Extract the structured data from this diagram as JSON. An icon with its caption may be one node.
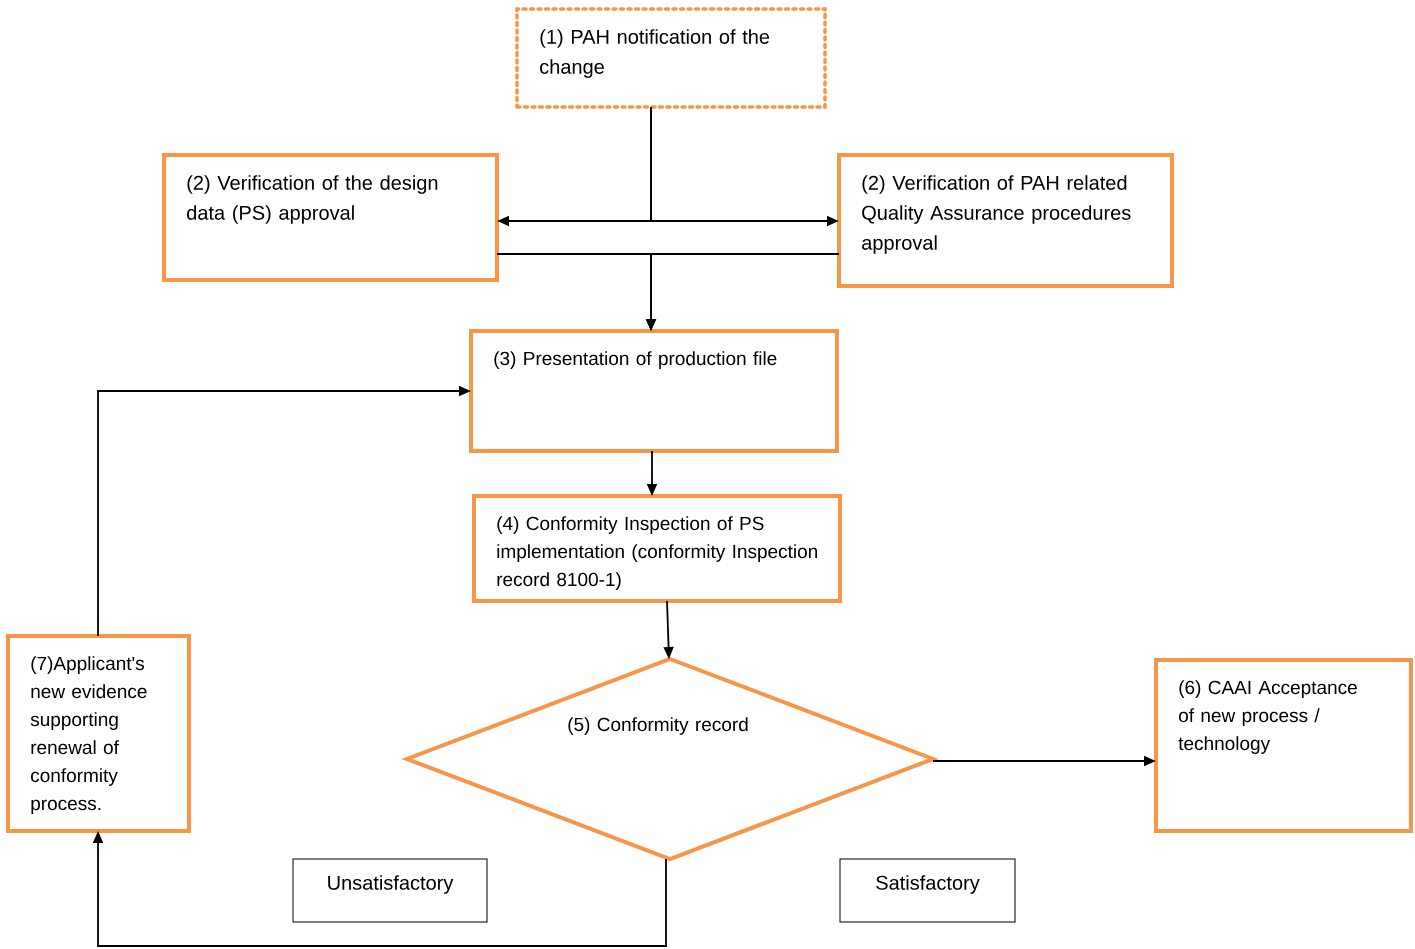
{
  "diagram": {
    "nodes": [
      {
        "text": [
          "(1) PAH notification of the change"
        ]
      },
      {
        "text": [
          "(2) Verification of the design data (PS) approval"
        ]
      },
      {
        "text": [
          "(2) Verification of PAH related Quality Assurance procedures approval"
        ]
      },
      {
        "text": [
          "(3) Presentation of production file"
        ]
      },
      {
        "text": [
          "(4) Conformity Inspection of PS implementation (conformity Inspection record 8100-1)"
        ]
      },
      {
        "text": [
          "(5) Conformity record"
        ]
      },
      {
        "text": [
          "(6) CAAI Acceptance of new process / technology"
        ]
      },
      {
        "text": [
          "(7)Applicant's new evidence supporting renewal of conformity process."
        ]
      },
      {
        "text": [
          "Unsatisfactory"
        ]
      },
      {
        "text": [
          "Satisfactory"
        ]
      }
    ],
    "edges": [
      {
        "from": 0,
        "to": 1,
        "arrow": "to"
      },
      {
        "from": 0,
        "to": 2,
        "arrow": "to"
      },
      {
        "from": 1,
        "to": 3,
        "arrow": "to"
      },
      {
        "from": 2,
        "to": 3,
        "arrow": "to"
      },
      {
        "from": 3,
        "to": 4,
        "arrow": "to"
      },
      {
        "from": 4,
        "to": 5,
        "arrow": "to"
      },
      {
        "from": 5,
        "to": 6,
        "arrow": "to"
      },
      {
        "from": 5,
        "to": 7,
        "arrow": "to"
      },
      {
        "from": 7,
        "to": 3,
        "arrow": "to"
      }
    ]
  }
}
